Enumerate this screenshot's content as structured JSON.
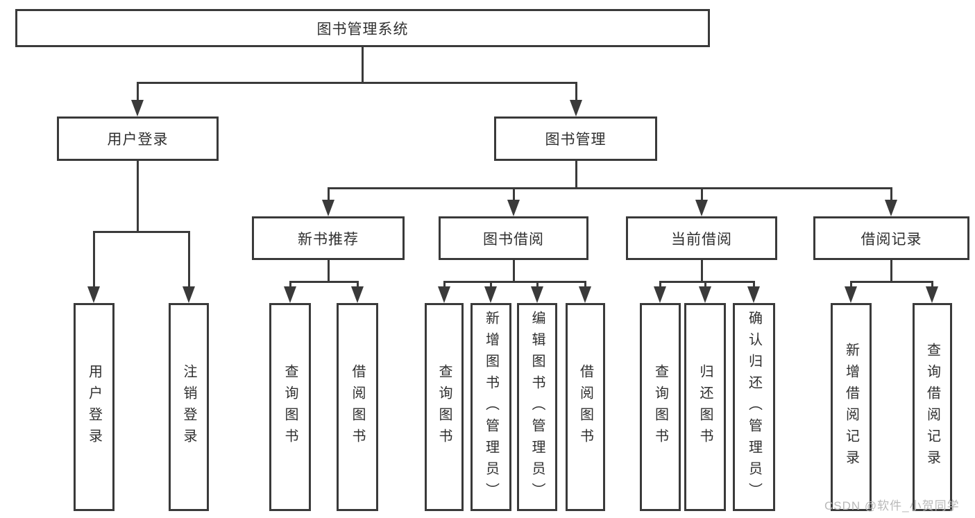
{
  "diagram": {
    "root": "图书管理系统",
    "level2": [
      "用户登录",
      "图书管理"
    ],
    "level3": [
      "新书推荐",
      "图书借阅",
      "当前借阅",
      "借阅记录"
    ],
    "leaves": {
      "user": [
        "用户登录",
        "注销登录"
      ],
      "recommend": [
        "查询图书",
        "借阅图书"
      ],
      "borrow": [
        "查询图书",
        "新增图书（管理员）",
        "编辑图书（管理员）",
        "借阅图书"
      ],
      "current": [
        "查询图书",
        "归还图书",
        "确认归还（管理员）"
      ],
      "records": [
        "新增借阅记录",
        "查询借阅记录"
      ]
    }
  },
  "watermark": {
    "text": "CSDN @软件_小贺同学"
  },
  "colors": {
    "line": "#3a3a3a",
    "text": "#2f2f2f",
    "watermark": "#b9b9b9",
    "background": "#ffffff"
  }
}
